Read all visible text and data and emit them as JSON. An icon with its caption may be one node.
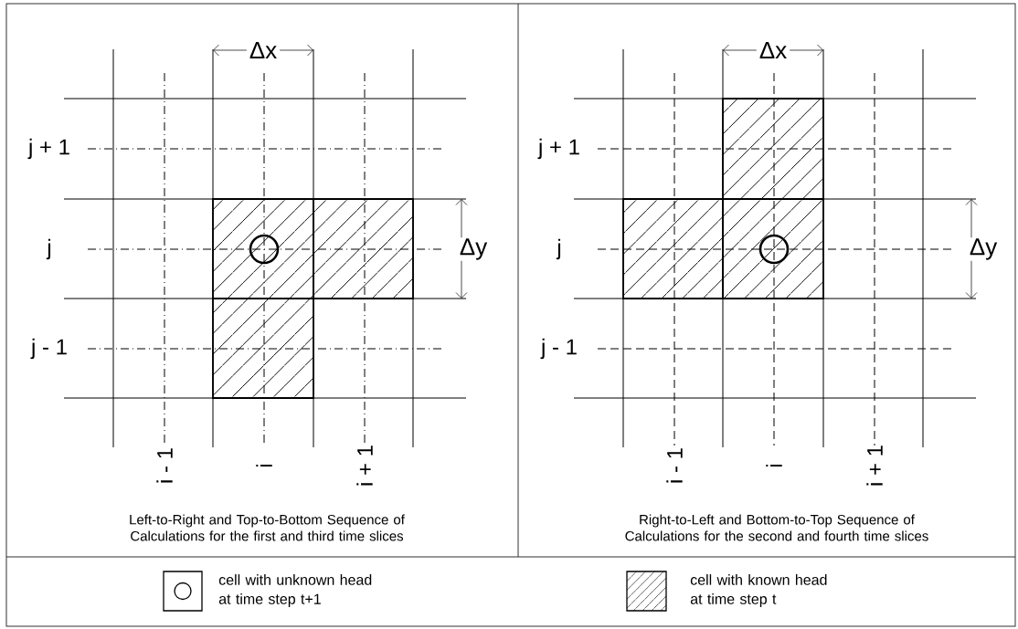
{
  "diagram": {
    "labels": [
      "Δx",
      "j + 1",
      "j",
      "Δy",
      "j - 1",
      "i - 1",
      "i",
      "i + 1",
      "Left-to-Right and Top-to-Bottom Sequence of Calculations for the first and third time slices",
      "Δx",
      "j + 1",
      "j",
      "Δy",
      "j - 1",
      "i - 1",
      "i",
      "i + 1",
      "Right-to-Left and Bottom-to-Top Sequence of Calculations for the second and fourth time slices"
    ],
    "legend": [
      {
        "text": "cell with unknown head at time step t+1"
      },
      {
        "text": "cell with known head at time step t"
      }
    ]
  }
}
